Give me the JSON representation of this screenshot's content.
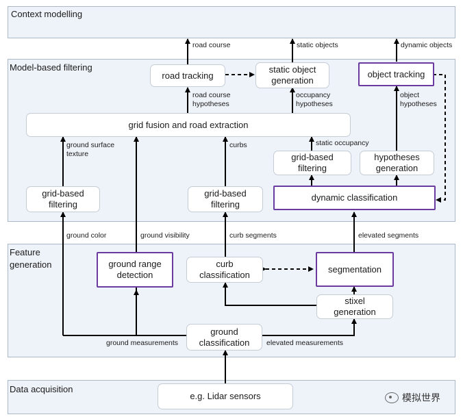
{
  "layers": {
    "context": "Context modelling",
    "model": "Model-based filtering",
    "feature_line1": "Feature",
    "feature_line2": "generation",
    "data": "Data acquisition"
  },
  "boxes": {
    "road_tracking": "road tracking",
    "static_object_generation": "static object generation",
    "object_tracking": "object tracking",
    "grid_fusion": "grid fusion and road extraction",
    "grid_filtering_ground": "grid-based filtering",
    "grid_filtering_curbs": "grid-based filtering",
    "grid_filtering_dynamic": "grid-based filtering",
    "hypotheses_generation": "hypotheses generation",
    "dynamic_classification": "dynamic classification",
    "ground_range_detection": "ground range detection",
    "curb_classification": "curb classification",
    "segmentation": "segmentation",
    "stixel_generation": "stixel generation",
    "ground_classification": "ground classification",
    "lidar": "e.g. Lidar sensors"
  },
  "edge_labels": {
    "road_course": "road course",
    "static_objects": "static objects",
    "dynamic_objects": "dynamic objects",
    "road_course_hyp": "road course hypotheses",
    "occupancy_hyp": "occupancy hypotheses",
    "object_hyp": "object hypotheses",
    "ground_surface_texture": "ground surface texture",
    "curbs": "curbs",
    "static_occupancy": "static occupancy",
    "ground_color": "ground color",
    "ground_visibility": "ground visibility",
    "curb_segments": "curb segments",
    "elevated_segments": "elevated segments",
    "ground_measurements": "ground measurements",
    "elevated_measurements": "elevated measurements"
  },
  "watermark": "模拟世界",
  "colors": {
    "layer_bg": "#eef3f9",
    "highlight": "#6a3aa0",
    "arrow": "#000000"
  }
}
